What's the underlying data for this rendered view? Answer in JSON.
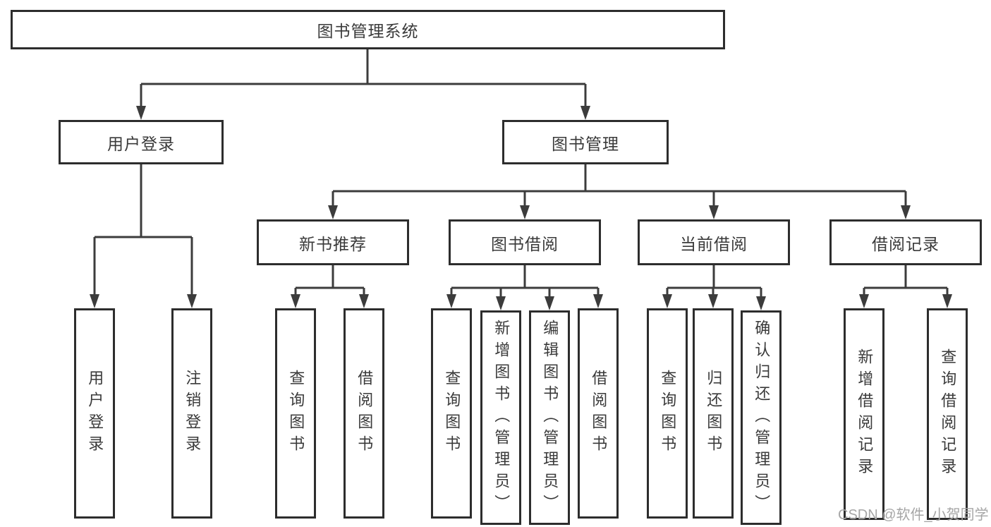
{
  "diagram": {
    "root": {
      "label": "图书管理系统"
    },
    "level1": [
      {
        "label": "用户登录",
        "parent": "图书管理系统"
      },
      {
        "label": "图书管理",
        "parent": "图书管理系统"
      }
    ],
    "level2": [
      {
        "label": "新书推荐",
        "parent": "图书管理"
      },
      {
        "label": "图书借阅",
        "parent": "图书管理"
      },
      {
        "label": "当前借阅",
        "parent": "图书管理"
      },
      {
        "label": "借阅记录",
        "parent": "图书管理"
      }
    ],
    "leaves": [
      {
        "label": "用户登录",
        "parent": "用户登录"
      },
      {
        "label": "注销登录",
        "parent": "用户登录"
      },
      {
        "label": "查询图书",
        "parent": "新书推荐"
      },
      {
        "label": "借阅图书",
        "parent": "新书推荐"
      },
      {
        "label": "查询图书",
        "parent": "图书借阅"
      },
      {
        "label": "新增图书（管理员）",
        "parent": "图书借阅"
      },
      {
        "label": "编辑图书（管理员）",
        "parent": "图书借阅"
      },
      {
        "label": "借阅图书",
        "parent": "图书借阅"
      },
      {
        "label": "查询图书",
        "parent": "当前借阅"
      },
      {
        "label": "归还图书",
        "parent": "当前借阅"
      },
      {
        "label": "确认归还（管理员）",
        "parent": "当前借阅"
      },
      {
        "label": "新增借阅记录",
        "parent": "借阅记录"
      },
      {
        "label": "查询借阅记录",
        "parent": "借阅记录"
      }
    ],
    "watermark": "CSDN @软件_小贺同学",
    "colors": {
      "line": "#3c3c3c",
      "border": "#2d2d2d",
      "text": "#3a3a3a",
      "watermark": "#a6a6a6",
      "background": "#ffffff"
    }
  }
}
